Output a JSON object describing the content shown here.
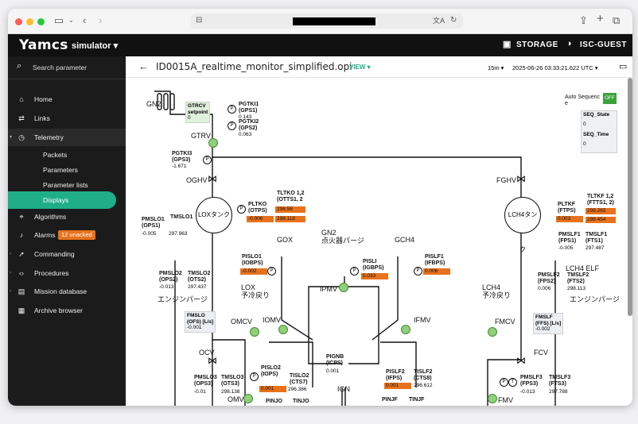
{
  "chrome": {
    "url_redacted": true
  },
  "app": {
    "logo": "Yamcs",
    "instance": "simulator ▾",
    "storage": "STORAGE",
    "user": "ISC-GUEST"
  },
  "sidebar": {
    "search_placeholder": "Search parameter",
    "items": [
      {
        "label": "Home"
      },
      {
        "label": "Links"
      },
      {
        "label": "Telemetry"
      },
      {
        "label": "Packets"
      },
      {
        "label": "Parameters"
      },
      {
        "label": "Parameter lists"
      },
      {
        "label": "Displays"
      },
      {
        "label": "Algorithms"
      },
      {
        "label": "Alarms"
      },
      {
        "label": "Commanding"
      },
      {
        "label": "Procedures"
      },
      {
        "label": "Mission database"
      },
      {
        "label": "Archive browser"
      }
    ],
    "alarms_badge": "12 unacked"
  },
  "toolbar": {
    "title": "ID0015A_realtime_monitor_simplified.opi",
    "view": "VIEW ▾",
    "range": "15m ▾",
    "time": "2025-06-26 03:33:21.622 UTC ▾"
  },
  "diagram": {
    "gn2": "GN2",
    "gtrcv": "GTRCV",
    "gtrcv_sp": "setpoint",
    "gtrcv_val": "0",
    "pgtki1": "PGTKI1\n(GPS1)",
    "pgtki1_val": "0.143",
    "pgtki2": "PGTKI2\n(GPS2)",
    "pgtki2_val": "0.063",
    "gtrv": "GTRV",
    "pgtki3": "PGTKI3\n(GPS3)",
    "pgtki3_val": "-1.671",
    "oghv": "OGHV",
    "fghv": "FGHV",
    "auto_seq": "Auto Sequenc\ne",
    "off": "OFF",
    "seq_state": "SEQ_State",
    "seq_state_val": "0",
    "seq_time": "SEQ_Time",
    "seq_time_val": "0",
    "tltko": "TLTKO 1,2\n(OTTS1, 2",
    "tltko_v1": "298.58",
    "tltko_v2": "298.118",
    "pltko": "PLTKO\n(OTPS)",
    "pltko_val": "-0.006",
    "lox_tank": "LOXタンク",
    "lch4_tank": "LCH4タンク",
    "pltkf": "PLTKF\n(FTPS)",
    "pltkf_val": "0.003",
    "tltkf": "TLTKF 1,2\n(FTTS1, 2)",
    "tltkf_v1": "298.265",
    "tltkf_v2": "298.454",
    "pmslo1": "PMSLO1\n(OPS1)",
    "pmslo1_val": "-0.005",
    "tmslo1": "TMSLO1",
    "tmslo1_val": "297.963",
    "pmslo2": "PMSLO2\n(OPS2)",
    "pmslo2_val": "-0.013",
    "tmslo2": "TMSLO2\n(OTS2)",
    "tmslo2_val": "297.437",
    "lox_purge": "エンジンパージ",
    "lch4_purge": "エンジンパージ",
    "pislo1": "PISLO1\n(IOBPS)",
    "pislo1_val": "-0.002",
    "gox": "GOX",
    "gn2b": "GN2\n点火器パージ",
    "gch4": "GCH4",
    "pisli": "PISLI\n(IGBPS)",
    "pisli_val": "0.033",
    "pislf1": "PISLF1\n(IFBPS)",
    "pislf1_val": "0.006",
    "pmslf1": "PMSLF1\n(FPS1)",
    "pmslf1_val": "-0.005",
    "tmslf1": "TMSLF1\n(FTS1)",
    "tmslf1_val": "297.487",
    "pmslf2": "PMSLF2\n(FPS2)",
    "pmslf2_val": "0.006",
    "tmslf2": "TMSLF2\n(FTS2)",
    "tmslf2_val": "298.113",
    "lch4_elf": "LCH4 ELF",
    "ipmv": "IPMV",
    "lox_ret": "LOX\n予冷戻り",
    "lch4_ret": "LCH4\n予冷戻り",
    "omcv": "OMCV",
    "iomv": "IOMV",
    "ifmv": "IFMV",
    "fmcv": "FMCV",
    "fmslo": "FMSLO\n(OFS) [L/s]",
    "fmslo_val": "-0.001",
    "fmslf": "FMSLF\n(FFS) [L/s]",
    "fmslf_val": "-0.002",
    "ocv": "OCV",
    "fcv": "FCV",
    "pignb": "PIGNB\n(ICPS)",
    "pignb_val": "0.001",
    "pmslo3": "PMSLO3\n(OPS3)",
    "pmslo3_val": "-0.01",
    "tmslo3": "TMSLO3\n(OTS3)",
    "tmslo3_val": "298.138",
    "pislo2": "PISLO2\n(IOPS)",
    "pislo2_val": "0.001",
    "tislo2": "TISLO2\n(CTS7)",
    "tislo2_val": "296.386",
    "pislf2": "PISLF2\n(IFPS)",
    "pislf2_val": "0.001",
    "tislf2": "TISLF2\n(CTS8)",
    "tislf2_val": "296.612",
    "pmslf3": "PMSLF3\n(FPS3)",
    "pmslf3_val": "-0.013",
    "tmslf3": "TMSLF3\n(FTS3)",
    "tmslf3_val": "297.788",
    "omv": "OMV",
    "fmv": "FMV",
    "ign": "IGN",
    "pinjo": "PINJO",
    "tinjo": "TINJO",
    "pinjf": "PINJF",
    "tinjf": "TINJF",
    "p": "P",
    "t": "T"
  },
  "colors": {
    "accent": "#1fae88",
    "alarm": "#e8721c",
    "valve": "#8fd07a"
  }
}
